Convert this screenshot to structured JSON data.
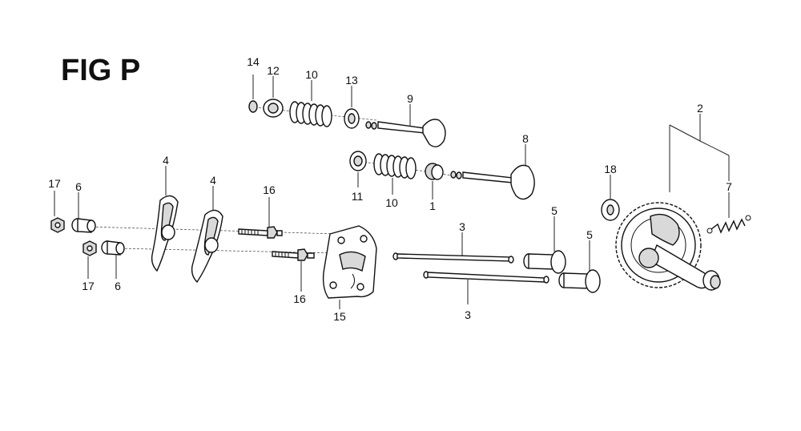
{
  "figure": {
    "title": "FIG P"
  },
  "callouts": {
    "c14": "14",
    "c12": "12",
    "c10a": "10",
    "c13": "13",
    "c9": "9",
    "c11": "11",
    "c10b": "10",
    "c1": "1",
    "c8": "8",
    "c2": "2",
    "c18": "18",
    "c7": "7",
    "c17a": "17",
    "c6a": "6",
    "c4a": "4",
    "c4b": "4",
    "c16a": "16",
    "c3a": "3",
    "c5a": "5",
    "c5b": "5",
    "c17b": "17",
    "c6b": "6",
    "c16b": "16",
    "c15": "15",
    "c3b": "3"
  }
}
